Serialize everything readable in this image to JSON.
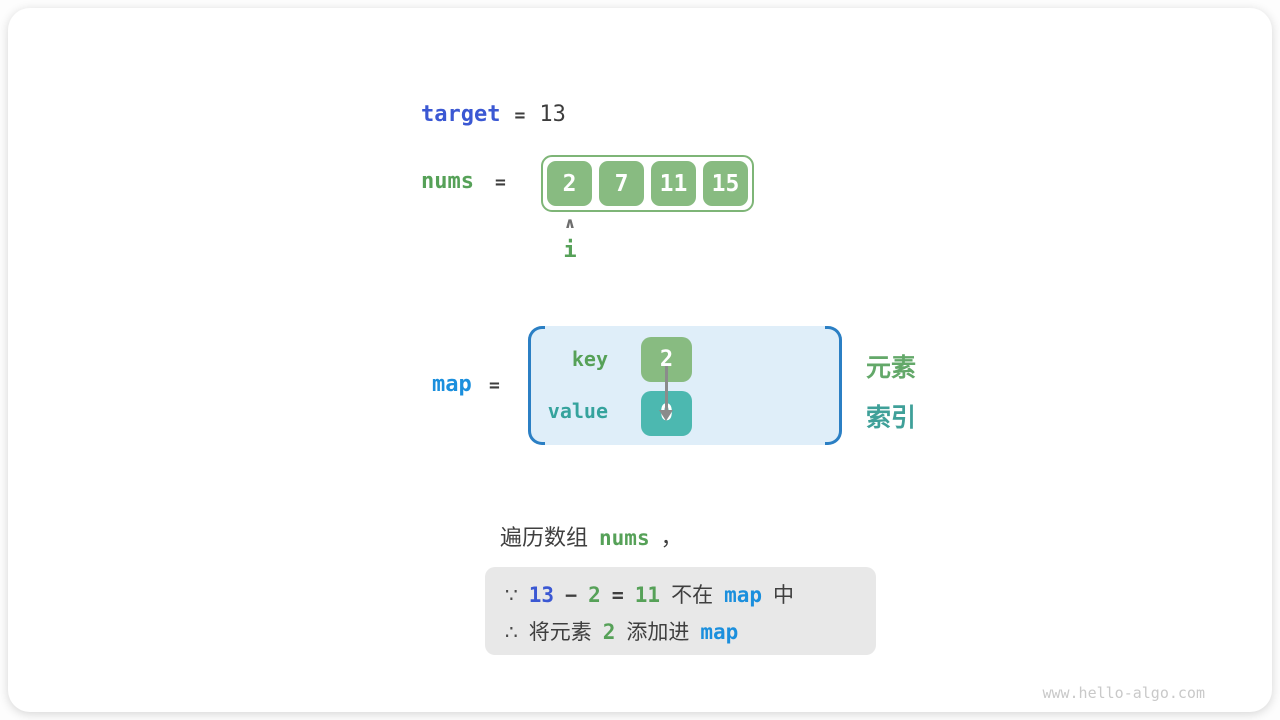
{
  "colors": {
    "royal_blue": "#3b58d3",
    "azure_blue": "#1b8fdd",
    "green_text": "#56a158",
    "teal_text": "#35a39d",
    "green_fill": "#88bb81",
    "teal_fill": "#4cb8b0",
    "array_border_green": "#7eb577",
    "map_box_fill": "#dfeef9",
    "map_bracket_blue": "#2b7fc4",
    "note_box_fill": "#e8e8e8"
  },
  "target_row": {
    "keyword": "target",
    "eq": "=",
    "value": "13"
  },
  "nums_row": {
    "keyword": "nums",
    "eq": "=",
    "cells": [
      "2",
      "7",
      "11",
      "15"
    ],
    "pointer": {
      "caret": "∧",
      "label": "i"
    }
  },
  "map_row": {
    "keyword": "map",
    "eq": "=",
    "key_label": "key",
    "value_label": "value",
    "entry": {
      "key": "2",
      "value": "0"
    },
    "element_label": "元素",
    "index_label": "索引"
  },
  "caption": {
    "before": "遍历数组",
    "code": "nums",
    "after": "，"
  },
  "note": {
    "line1": {
      "sym": "∵",
      "n1": "13",
      "minus": "−",
      "n2": "2",
      "eq": "=",
      "n3": "11",
      "t1": "不在",
      "code": "map",
      "t2": "中"
    },
    "line2": {
      "sym": "∴",
      "t1": "将元素",
      "n1": "2",
      "t2": "添加进",
      "code": "map"
    }
  },
  "watermark": "www.hello-algo.com"
}
